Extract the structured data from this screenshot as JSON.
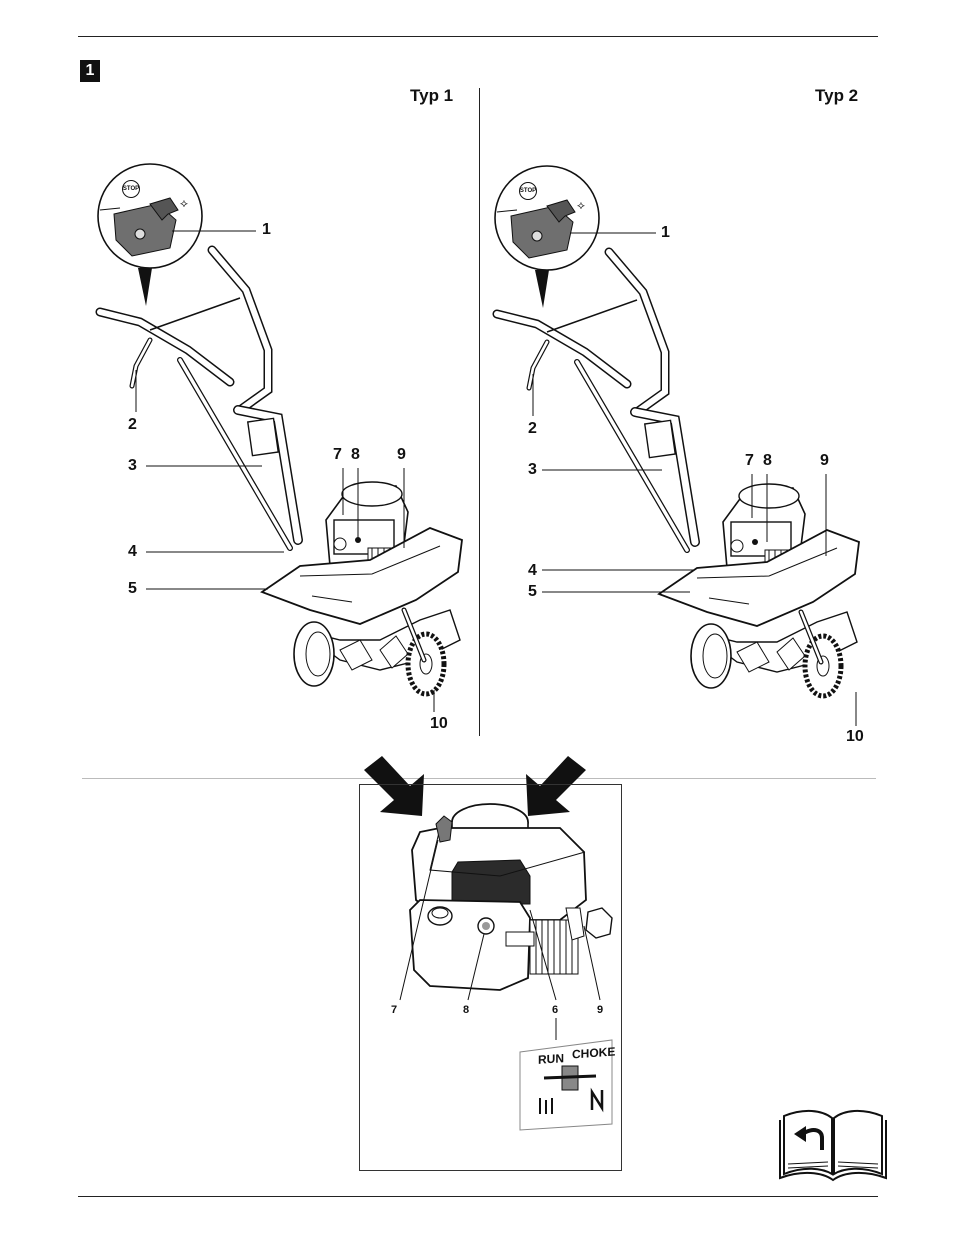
{
  "figure": {
    "number": "1"
  },
  "variants": [
    {
      "label": "Typ 1",
      "callouts": {
        "c1": "1",
        "c2": "2",
        "c3": "3",
        "c4": "4",
        "c5": "5",
        "c7": "7",
        "c8": "8",
        "c9": "9",
        "c10": "10"
      }
    },
    {
      "label": "Typ 2",
      "callouts": {
        "c1": "1",
        "c2": "2",
        "c3": "3",
        "c4": "4",
        "c5": "5",
        "c7": "7",
        "c8": "8",
        "c9": "9",
        "c10": "10"
      }
    }
  ],
  "engine_detail": {
    "callouts": {
      "c7": "7",
      "c8": "8",
      "c6": "6",
      "c9": "9"
    },
    "lever_labels": {
      "run": "RUN",
      "choke": "CHOKE"
    }
  },
  "icons": [
    "stop-icon",
    "rabbit-icon",
    "turtle-icon",
    "book-icon",
    "arrow-icon"
  ]
}
